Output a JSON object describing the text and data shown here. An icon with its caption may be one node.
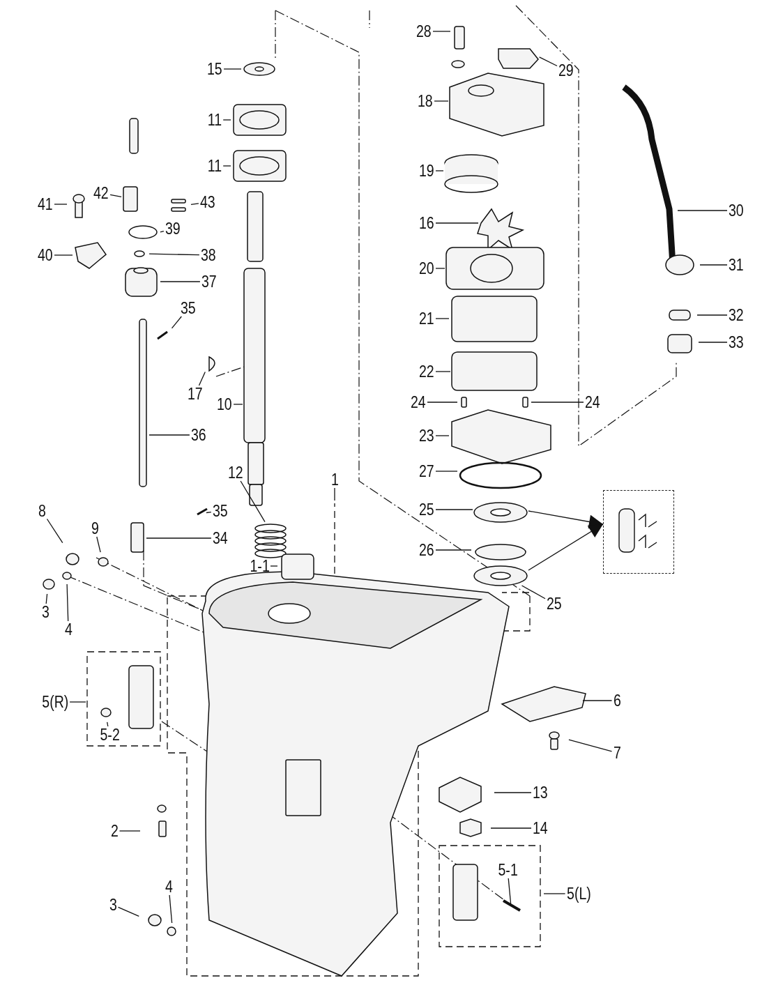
{
  "diagram": {
    "nodes": [
      {
        "text": [
          "15"
        ]
      },
      {
        "text": [
          "11"
        ]
      },
      {
        "text": [
          "11"
        ]
      },
      {
        "text": [
          "41"
        ]
      },
      {
        "text": [
          "42"
        ]
      },
      {
        "text": [
          "43"
        ]
      },
      {
        "text": [
          "39"
        ]
      },
      {
        "text": [
          "38"
        ]
      },
      {
        "text": [
          "40"
        ]
      },
      {
        "text": [
          "37"
        ]
      },
      {
        "text": [
          "35"
        ]
      },
      {
        "text": [
          "17"
        ]
      },
      {
        "text": [
          "10"
        ]
      },
      {
        "text": [
          "36"
        ]
      },
      {
        "text": [
          "12"
        ]
      },
      {
        "text": [
          "1"
        ]
      },
      {
        "text": [
          "35"
        ]
      },
      {
        "text": [
          "34"
        ]
      },
      {
        "text": [
          "8"
        ]
      },
      {
        "text": [
          "9"
        ]
      },
      {
        "text": [
          "3"
        ]
      },
      {
        "text": [
          "4"
        ]
      },
      {
        "text": [
          "1-1"
        ]
      },
      {
        "text": [
          "5(R)"
        ]
      },
      {
        "text": [
          "5-2"
        ]
      },
      {
        "text": [
          "6"
        ]
      },
      {
        "text": [
          "7"
        ]
      },
      {
        "text": [
          "13"
        ]
      },
      {
        "text": [
          "14"
        ]
      },
      {
        "text": [
          "2"
        ]
      },
      {
        "text": [
          "3"
        ]
      },
      {
        "text": [
          "4"
        ]
      },
      {
        "text": [
          "5-1"
        ]
      },
      {
        "text": [
          "5(L)"
        ]
      },
      {
        "text": [
          "28"
        ]
      },
      {
        "text": [
          "29"
        ]
      },
      {
        "text": [
          "18"
        ]
      },
      {
        "text": [
          "19"
        ]
      },
      {
        "text": [
          "16"
        ]
      },
      {
        "text": [
          "20"
        ]
      },
      {
        "text": [
          "21"
        ]
      },
      {
        "text": [
          "22"
        ]
      },
      {
        "text": [
          "24"
        ]
      },
      {
        "text": [
          "24"
        ]
      },
      {
        "text": [
          "23"
        ]
      },
      {
        "text": [
          "27"
        ]
      },
      {
        "text": [
          "25"
        ]
      },
      {
        "text": [
          "26"
        ]
      },
      {
        "text": [
          "25"
        ]
      },
      {
        "text": [
          "30"
        ]
      },
      {
        "text": [
          "31"
        ]
      },
      {
        "text": [
          "32"
        ]
      },
      {
        "text": [
          "33"
        ]
      },
      {
        "text": [],
        "shape": "picture"
      }
    ],
    "edges": [
      {
        "from": 0,
        "to": null,
        "arrow": "none"
      },
      {
        "from": 1,
        "to": null,
        "arrow": "none"
      },
      {
        "from": 2,
        "to": null,
        "arrow": "none"
      },
      {
        "from": 3,
        "to": null,
        "arrow": "none"
      },
      {
        "from": 4,
        "to": null,
        "arrow": "none"
      },
      {
        "from": 5,
        "to": null,
        "arrow": "none"
      },
      {
        "from": 6,
        "to": null,
        "arrow": "none"
      },
      {
        "from": 7,
        "to": null,
        "arrow": "none"
      },
      {
        "from": 8,
        "to": null,
        "arrow": "none"
      },
      {
        "from": 9,
        "to": null,
        "arrow": "none"
      },
      {
        "from": 10,
        "to": null,
        "arrow": "none"
      },
      {
        "from": 11,
        "to": null,
        "arrow": "none"
      },
      {
        "from": 12,
        "to": null,
        "arrow": "none"
      },
      {
        "from": 13,
        "to": null,
        "arrow": "none"
      },
      {
        "from": 14,
        "to": null,
        "arrow": "none"
      },
      {
        "from": 15,
        "to": null,
        "arrow": "none"
      },
      {
        "from": 16,
        "to": null,
        "arrow": "none"
      },
      {
        "from": 17,
        "to": null,
        "arrow": "none"
      },
      {
        "from": 18,
        "to": null,
        "arrow": "none"
      },
      {
        "from": 19,
        "to": null,
        "arrow": "none"
      },
      {
        "from": 20,
        "to": null,
        "arrow": "none"
      },
      {
        "from": 21,
        "to": null,
        "arrow": "none"
      },
      {
        "from": 22,
        "to": null,
        "arrow": "none"
      },
      {
        "from": 23,
        "to": null,
        "arrow": "none"
      },
      {
        "from": 24,
        "to": null,
        "arrow": "none"
      },
      {
        "from": 25,
        "to": null,
        "arrow": "none"
      },
      {
        "from": 26,
        "to": null,
        "arrow": "none"
      },
      {
        "from": 27,
        "to": null,
        "arrow": "none"
      },
      {
        "from": 28,
        "to": null,
        "arrow": "none"
      },
      {
        "from": 29,
        "to": null,
        "arrow": "none"
      },
      {
        "from": 30,
        "to": null,
        "arrow": "none"
      },
      {
        "from": 31,
        "to": null,
        "arrow": "none"
      },
      {
        "from": 32,
        "to": null,
        "arrow": "none"
      },
      {
        "from": 33,
        "to": null,
        "arrow": "none"
      },
      {
        "from": 34,
        "to": null,
        "arrow": "none"
      },
      {
        "from": 35,
        "to": null,
        "arrow": "none"
      },
      {
        "from": 36,
        "to": null,
        "arrow": "none"
      },
      {
        "from": 37,
        "to": null,
        "arrow": "none"
      },
      {
        "from": 38,
        "to": null,
        "arrow": "none"
      },
      {
        "from": 39,
        "to": null,
        "arrow": "none"
      },
      {
        "from": 40,
        "to": null,
        "arrow": "none"
      },
      {
        "from": 41,
        "to": null,
        "arrow": "none"
      },
      {
        "from": 42,
        "to": null,
        "arrow": "none"
      },
      {
        "from": 43,
        "to": null,
        "arrow": "none"
      },
      {
        "from": 44,
        "to": null,
        "arrow": "none"
      },
      {
        "from": 45,
        "to": null,
        "arrow": "none"
      },
      {
        "from": 46,
        "to": null,
        "arrow": "none"
      },
      {
        "from": 47,
        "to": null,
        "arrow": "none"
      },
      {
        "from": 48,
        "to": null,
        "arrow": "none"
      },
      {
        "from": 49,
        "to": null,
        "arrow": "none"
      },
      {
        "from": 50,
        "to": null,
        "arrow": "none"
      },
      {
        "from": 51,
        "to": null,
        "arrow": "none"
      },
      {
        "from": 52,
        "to": null,
        "arrow": "none"
      },
      {
        "from": null,
        "to": 53,
        "arrow": "to"
      },
      {
        "from": null,
        "to": 53,
        "arrow": "to"
      }
    ]
  }
}
